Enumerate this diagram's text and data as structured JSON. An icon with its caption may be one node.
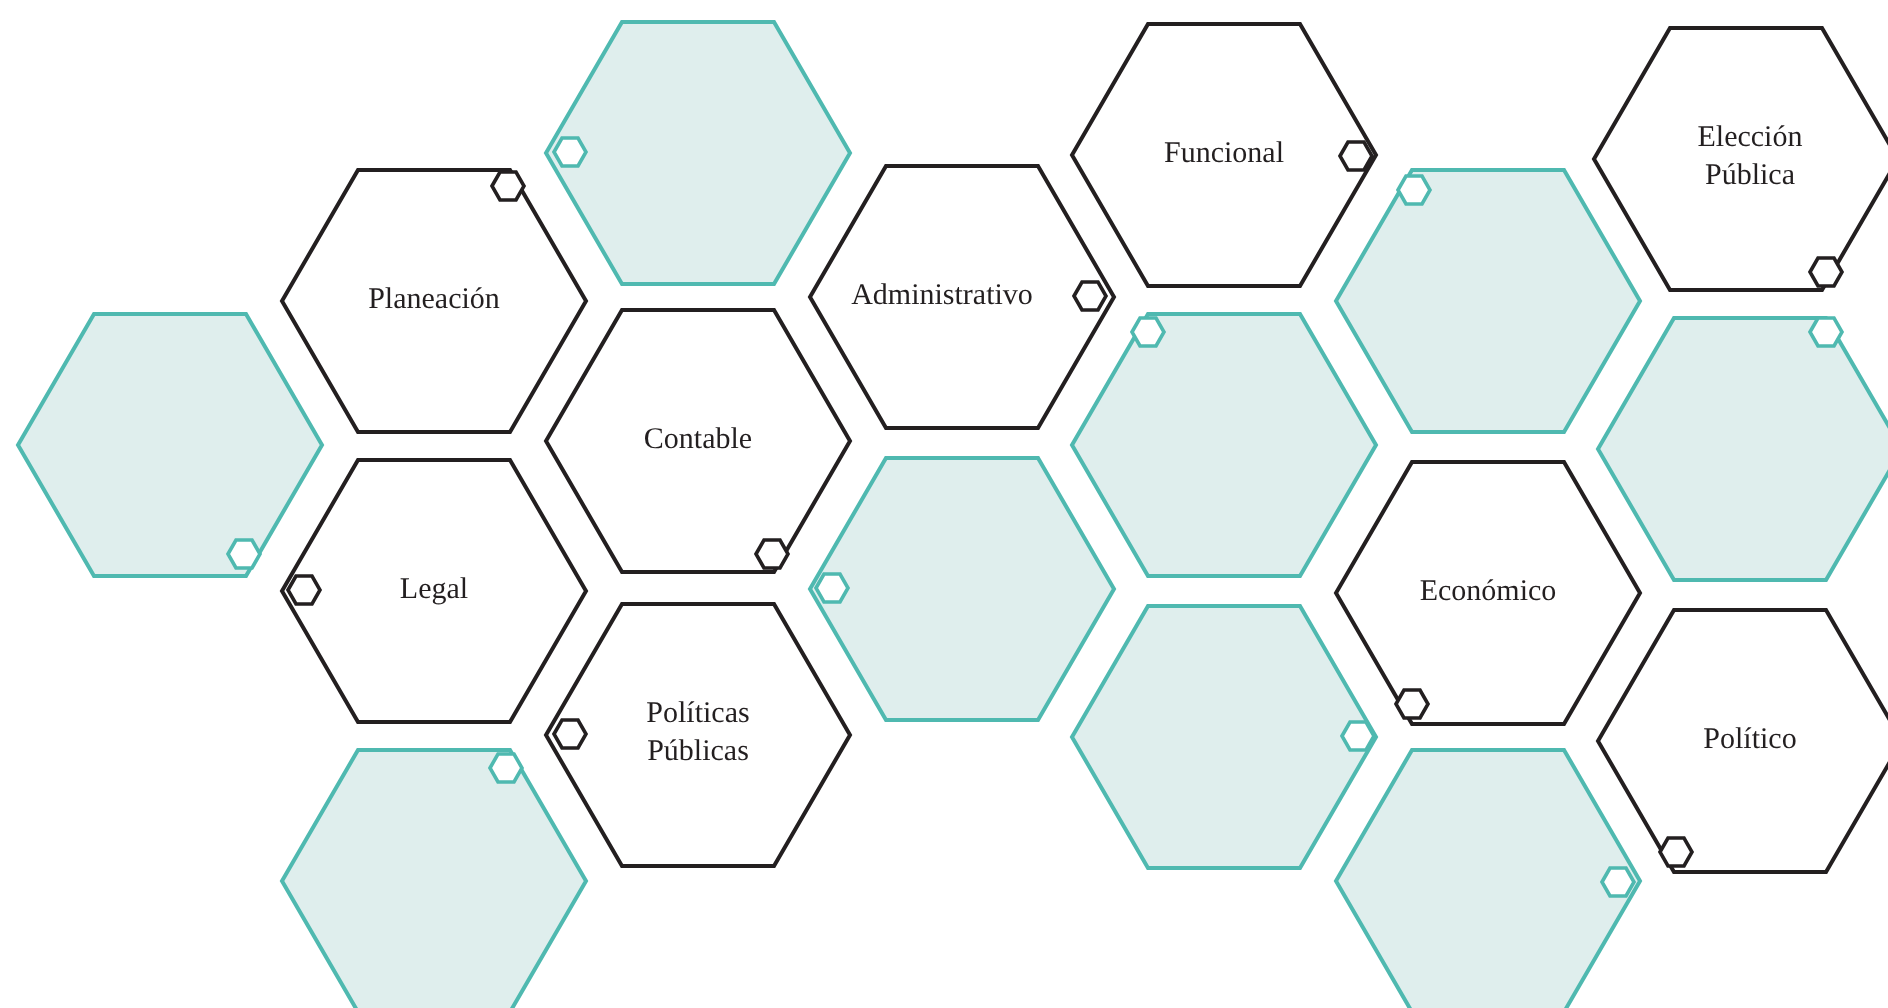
{
  "diagram": {
    "nodes": [
      {
        "text": [],
        "shape": "hexagon"
      },
      {
        "text": [
          "Funcional"
        ]
      },
      {
        "text": [
          "Elección Pública"
        ]
      },
      {
        "text": [
          "Planeación"
        ]
      },
      {
        "text": [
          "Administrativo"
        ]
      },
      {
        "text": [],
        "shape": "hexagon"
      },
      {
        "text": [],
        "shape": "hexagon"
      },
      {
        "text": [
          "Contable"
        ]
      },
      {
        "text": [],
        "shape": "hexagon"
      },
      {
        "text": [],
        "shape": "hexagon"
      },
      {
        "text": [],
        "shape": "hexagon"
      },
      {
        "text": [
          "Legal"
        ]
      },
      {
        "text": [
          "Económico"
        ]
      },
      {
        "text": [
          "Políticas Públicas"
        ]
      },
      {
        "text": [],
        "shape": "hexagon"
      },
      {
        "text": [
          "Político"
        ]
      },
      {
        "text": [],
        "shape": "hexagon"
      },
      {
        "text": [],
        "shape": "hexagon"
      }
    ]
  }
}
